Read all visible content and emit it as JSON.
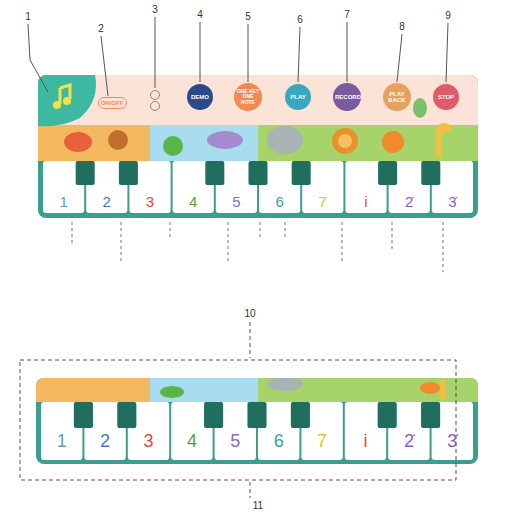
{
  "diagram": {
    "nodes": [
      {
        "text": [
          "ON/OFF"
        ]
      },
      {
        "text": [
          "DEMO"
        ]
      },
      {
        "text": [
          "ONE KEY ONE NOTE"
        ]
      },
      {
        "text": [
          "PLAY"
        ]
      },
      {
        "text": [
          "RECORD"
        ]
      },
      {
        "text": [
          "PLAY BACK"
        ]
      },
      {
        "text": [
          "STOP"
        ]
      },
      {
        "text": [
          "1"
        ]
      },
      {
        "text": [
          "2"
        ]
      },
      {
        "text": [
          "3"
        ]
      },
      {
        "text": [
          "4"
        ]
      },
      {
        "text": [
          "5"
        ]
      },
      {
        "text": [
          "6"
        ]
      },
      {
        "text": [
          "7"
        ]
      },
      {
        "text": [
          "i"
        ]
      },
      {
        "text": [
          "2̇"
        ]
      },
      {
        "text": [
          "3̇"
        ]
      },
      {
        "text": [
          "1"
        ]
      },
      {
        "text": [
          "2"
        ]
      },
      {
        "text": [
          "3"
        ]
      },
      {
        "text": [
          "4"
        ]
      },
      {
        "text": [
          "5"
        ]
      },
      {
        "text": [
          "6"
        ]
      },
      {
        "text": [
          "7"
        ]
      },
      {
        "text": [
          "i"
        ]
      },
      {
        "text": [
          "2̇"
        ]
      },
      {
        "text": [
          "3̇"
        ]
      }
    ],
    "edges": [],
    "labels": [
      "1",
      "2",
      "3",
      "4",
      "5",
      "6",
      "7",
      "8",
      "9",
      "10",
      "11"
    ]
  }
}
